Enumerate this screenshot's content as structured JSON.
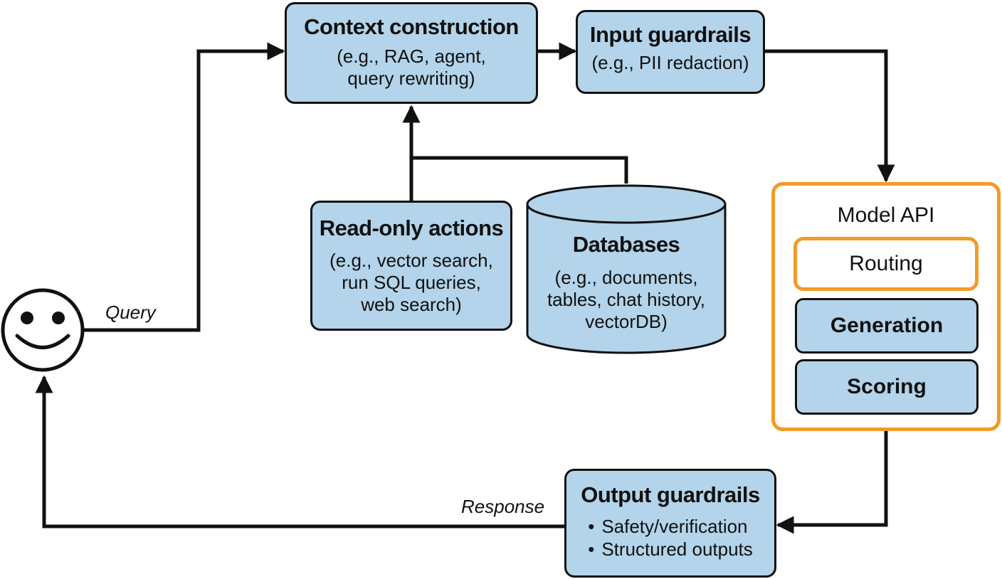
{
  "nodes": {
    "context_construction": {
      "title": "Context construction",
      "subtitle_lines": [
        "(e.g., RAG, agent,",
        "query rewriting)"
      ]
    },
    "input_guardrails": {
      "title": "Input guardrails",
      "subtitle_lines": [
        "(e.g., PII redaction)"
      ]
    },
    "read_only_actions": {
      "title": "Read-only actions",
      "subtitle_lines": [
        "(e.g., vector search,",
        "run SQL queries,",
        "web search)"
      ]
    },
    "databases": {
      "title": "Databases",
      "subtitle_lines": [
        "(e.g., documents,",
        "tables, chat history,",
        "vectorDB)"
      ]
    },
    "model_api": {
      "title": "Model API",
      "routing": "Routing",
      "generation": "Generation",
      "scoring": "Scoring"
    },
    "output_guardrails": {
      "title": "Output guardrails",
      "bullets": [
        "Safety/verification",
        "Structured outputs"
      ]
    }
  },
  "edge_labels": {
    "query": "Query",
    "response": "Response"
  },
  "colors": {
    "box_fill": "#b3d4ea",
    "outline": "#111111",
    "accent_orange": "#f49a28"
  },
  "icons": {
    "user": "smiley-face-icon"
  }
}
